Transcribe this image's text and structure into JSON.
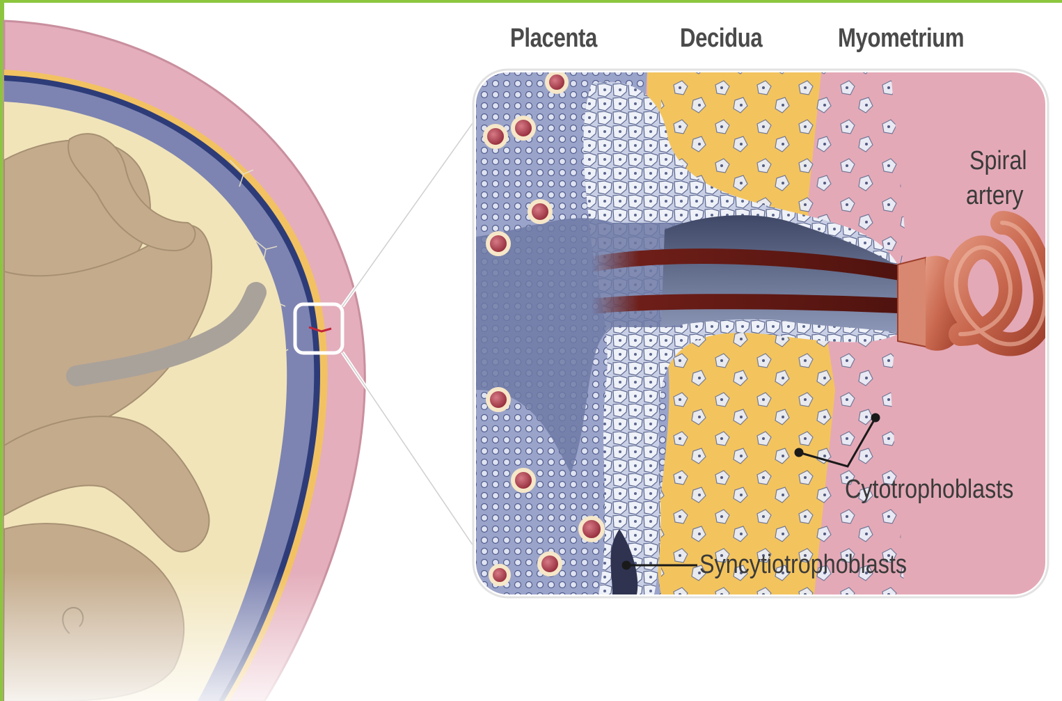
{
  "diagram": {
    "columns": [
      "Placenta",
      "Decidua",
      "Myometrium"
    ],
    "labels": {
      "spiral_artery_line1": "Spiral",
      "spiral_artery_line2": "artery",
      "cytotrophoblasts": "Cytotrophoblasts",
      "syncytiotrophoblasts": "Syncytiotrophoblasts"
    },
    "colors": {
      "frame_accent": "#8cc63f",
      "uterine_wall": "#e8b3c0",
      "fetus": "#c4ab8c",
      "placenta_tissue": "#7e86b4",
      "decidua_yellow": "#f3c45e",
      "artery": "#b0503a"
    }
  }
}
